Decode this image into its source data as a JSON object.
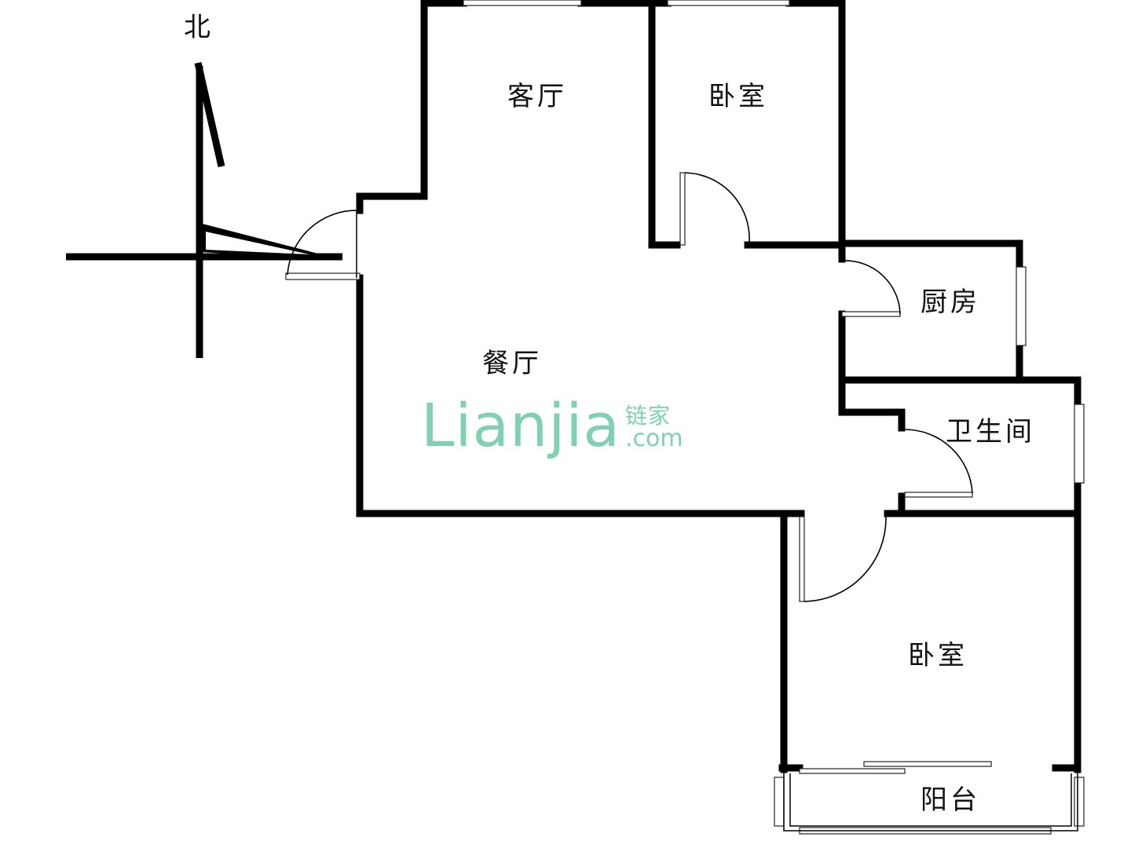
{
  "compass": {
    "north_label": "北"
  },
  "rooms": {
    "living_room": "客厅",
    "bedroom_north": "卧室",
    "kitchen": "厨房",
    "dining_room": "餐厅",
    "bathroom": "卫生间",
    "bedroom_south": "卧室",
    "balcony": "阳台"
  },
  "watermark": {
    "main": "Lianjia",
    "cn": "链家",
    "domain": ".com",
    "color": "#7fd1b0"
  }
}
